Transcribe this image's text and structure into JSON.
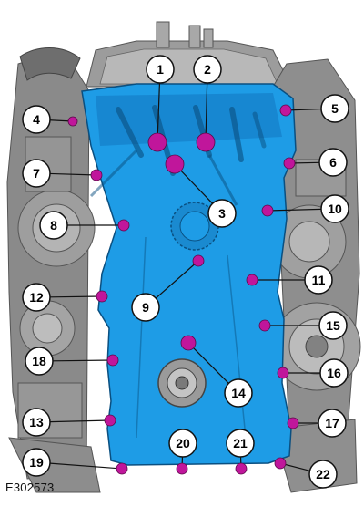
{
  "figure": {
    "id": "E302573",
    "colors": {
      "cover": "#1e9ce6",
      "cover_shade": "#1277bf",
      "bolt": "#c0169b",
      "callout_ring": "#111111",
      "callout_fill": "#ffffff",
      "engine_grey": "#8c8c8c"
    },
    "callouts": [
      {
        "label": "1"
      },
      {
        "label": "2"
      },
      {
        "label": "3"
      },
      {
        "label": "4"
      },
      {
        "label": "5"
      },
      {
        "label": "6"
      },
      {
        "label": "7"
      },
      {
        "label": "8"
      },
      {
        "label": "9"
      },
      {
        "label": "10"
      },
      {
        "label": "11"
      },
      {
        "label": "12"
      },
      {
        "label": "13"
      },
      {
        "label": "14"
      },
      {
        "label": "15"
      },
      {
        "label": "16"
      },
      {
        "label": "17"
      },
      {
        "label": "18"
      },
      {
        "label": "19"
      },
      {
        "label": "20"
      },
      {
        "label": "21"
      },
      {
        "label": "22"
      }
    ]
  }
}
